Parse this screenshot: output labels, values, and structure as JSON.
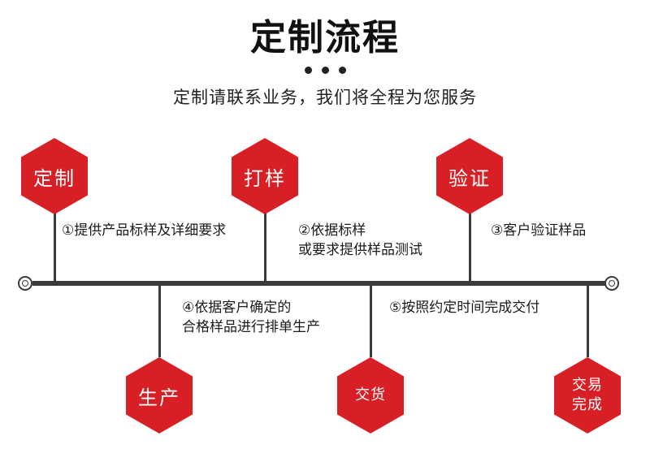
{
  "header": {
    "title": "定制流程",
    "subtitle": "定制请联系业务，我们将全程为您服务"
  },
  "steps": [
    {
      "hex_label": "定制",
      "description": [
        "①提供产品标样及详细要求"
      ]
    },
    {
      "hex_label": "打样",
      "description": [
        "②依据标样",
        "或要求提供样品测试"
      ]
    },
    {
      "hex_label": "验证",
      "description": [
        "③客户验证样品"
      ]
    },
    {
      "hex_label": "生产",
      "description": [
        "④依据客户确定的",
        "合格样品进行排单生产"
      ]
    },
    {
      "hex_label": "交货",
      "description": [
        "⑤按照约定时间完成交付"
      ]
    },
    {
      "hex_label_lines": [
        "交易",
        "完成"
      ]
    }
  ],
  "colors": {
    "accent": "#d81f26",
    "line": "#3a3a3a"
  }
}
